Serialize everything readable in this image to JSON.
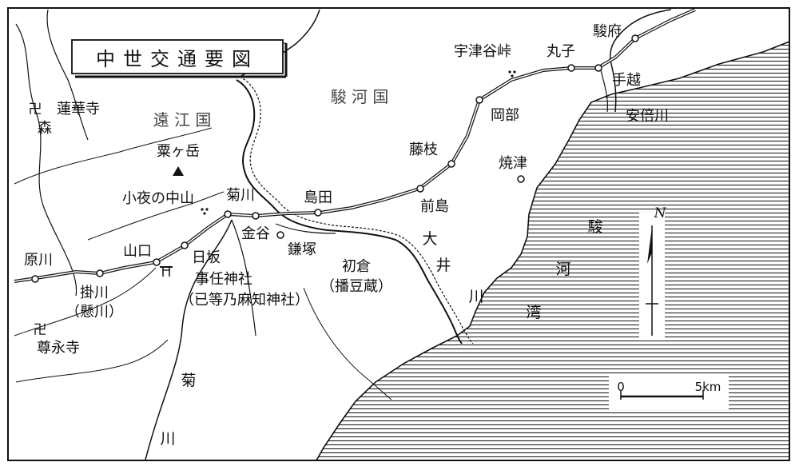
{
  "title": "中世交通要図",
  "provinces": {
    "suruga": "駿 河 国",
    "totomi": "遠 江 国"
  },
  "water": {
    "bay": [
      "駿",
      "河",
      "湾"
    ],
    "oi_river": [
      "大",
      "井",
      "川"
    ],
    "kiku_river": [
      "菊",
      "川"
    ],
    "abe_river": "安倍川"
  },
  "places": {
    "sunpu": "駿府",
    "mariko": "丸子",
    "utsunoya": "宇津谷峠",
    "tegoshi": "手越",
    "okabe": "岡部",
    "fujieda": "藤枝",
    "yaizu": "焼津",
    "maejima": "前島",
    "shimada": "島田",
    "kanaya": "金谷",
    "kamazuka": "鎌塚",
    "hatsukura": "初倉",
    "hatsukura_note": "（播豆蔵）",
    "kikugawa": "菊川",
    "sayo": "小夜の中山",
    "awagatake": "粟ヶ岳",
    "nissaka": "日坂",
    "shrine": "事任神社",
    "shrine_note": "（已等乃麻知神社）",
    "yamaguchi": "山口",
    "kakegawa": "掛川",
    "kakegawa_note": "（懸川）",
    "harakawa": "原川",
    "renge_ji": "蓮華寺",
    "mori": "森",
    "sonei_ji": "尊永寺"
  },
  "symbols": {
    "temple": "卍",
    "north": "N"
  },
  "scale": {
    "zero": "0",
    "five": "5km"
  }
}
